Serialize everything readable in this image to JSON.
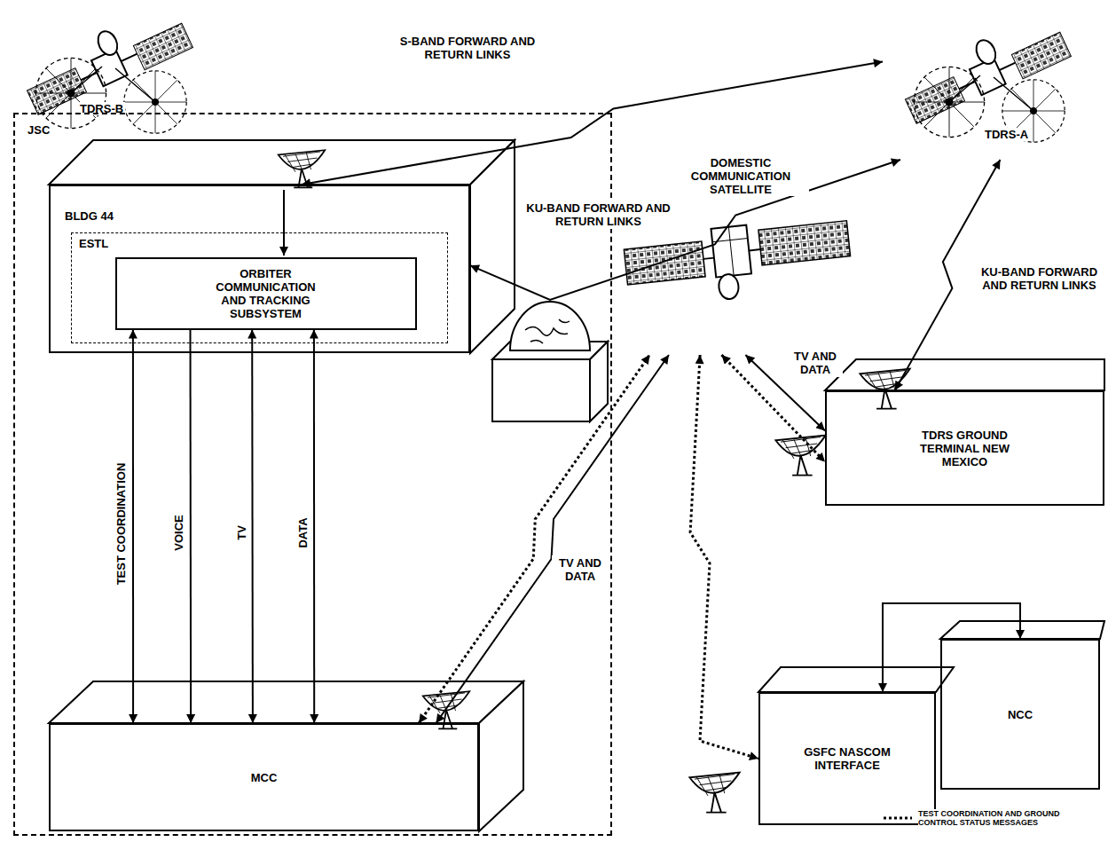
{
  "diagram": {
    "nodes": [
      {
        "text": [
          "TDRS-B"
        ]
      },
      {
        "text": [
          "TDRS-A"
        ]
      },
      {
        "text": [
          "JSC"
        ]
      },
      {
        "text": [
          "BLDG 44"
        ],
        "in": 2
      },
      {
        "text": [
          "ESTL"
        ],
        "in": 3
      },
      {
        "text": [
          "ORBITER COMMUNICATION AND TRACKING SUBSYSTEM"
        ],
        "in": 4
      },
      {
        "text": [
          "DOMESTIC COMMUNICATION SATELLITE"
        ]
      },
      {
        "text": [
          "TDRS GROUND TERMINAL NEW MEXICO"
        ]
      },
      {
        "text": [
          "MCC"
        ],
        "in": 2
      },
      {
        "text": [
          "GSFC NASCOM INTERFACE"
        ]
      },
      {
        "text": [
          "NCC"
        ]
      }
    ],
    "edges": [
      {
        "from": 3,
        "to": 1,
        "arrow": "both",
        "label": "S-BAND FORWARD AND RETURN LINKS"
      },
      {
        "from": 3,
        "to": 1,
        "arrow": "both",
        "label": "KU-BAND FORWARD AND RETURN LINKS"
      },
      {
        "from": 5,
        "to": 8,
        "arrow": "both",
        "label": "TEST COORDINATION"
      },
      {
        "from": 5,
        "to": 8,
        "arrow": "to",
        "label": "VOICE"
      },
      {
        "from": 5,
        "to": 8,
        "arrow": "both",
        "label": "TV"
      },
      {
        "from": 5,
        "to": 8,
        "arrow": "both",
        "label": "DATA"
      },
      {
        "from": 8,
        "to": 6,
        "arrow": "both",
        "label": "TV AND DATA"
      },
      {
        "from": 8,
        "to": 6,
        "arrow": "both"
      },
      {
        "from": 6,
        "to": 7,
        "arrow": "both",
        "label": "TV AND DATA"
      },
      {
        "from": 6,
        "to": 7,
        "arrow": "both"
      },
      {
        "from": 1,
        "to": 7,
        "arrow": "both",
        "label": "KU-BAND FORWARD AND RETURN LINKS"
      },
      {
        "from": 6,
        "to": 9,
        "arrow": "both"
      },
      {
        "from": 9,
        "to": 10,
        "arrow": "both"
      }
    ],
    "legend": [
      {
        "text": "TEST COORDINATION AND GROUND CONTROL STATUS MESSAGES"
      }
    ]
  }
}
